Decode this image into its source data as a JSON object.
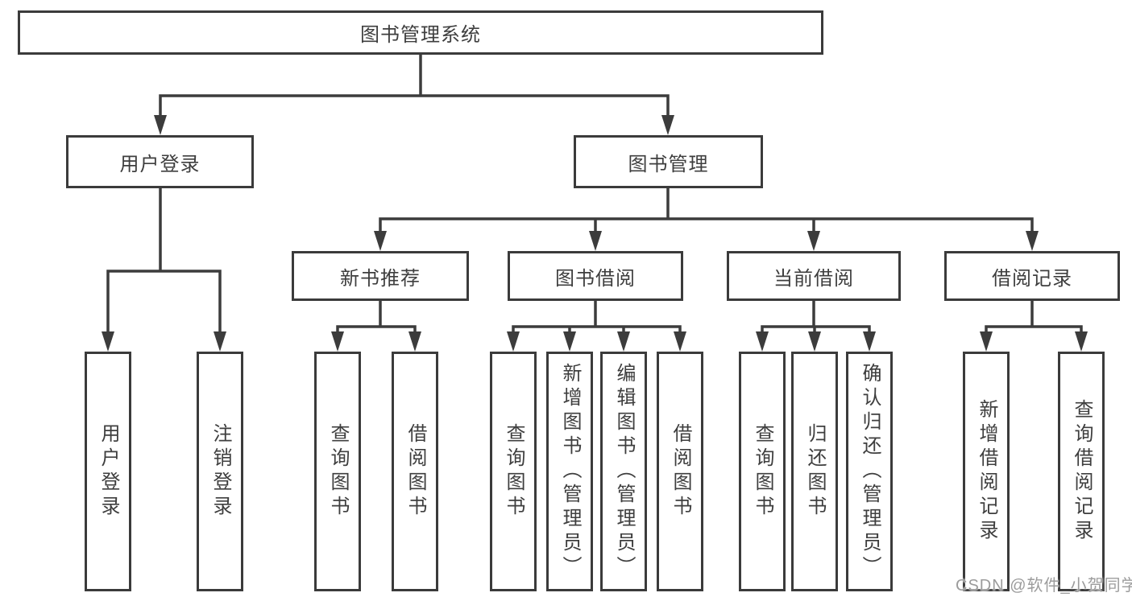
{
  "diagram": {
    "root": {
      "label": "图书管理系统"
    },
    "branches": [
      {
        "label": "用户登录",
        "children": [
          {
            "label": "用户登录"
          },
          {
            "label": "注销登录"
          }
        ]
      },
      {
        "label": "图书管理",
        "children": [
          {
            "label": "新书推荐",
            "children": [
              {
                "label": "查询图书"
              },
              {
                "label": "借阅图书"
              }
            ]
          },
          {
            "label": "图书借阅",
            "children": [
              {
                "label": "查询图书"
              },
              {
                "label": "新增图书（管理员）"
              },
              {
                "label": "编辑图书（管理员）"
              },
              {
                "label": "借阅图书"
              }
            ]
          },
          {
            "label": "当前借阅",
            "children": [
              {
                "label": "查询图书"
              },
              {
                "label": "归还图书"
              },
              {
                "label": "确认归还（管理员）"
              }
            ]
          },
          {
            "label": "借阅记录",
            "children": [
              {
                "label": "新增借阅记录"
              },
              {
                "label": "查询借阅记录"
              }
            ]
          }
        ]
      }
    ]
  },
  "watermark": {
    "text": "CSDN @软件_小贺同学",
    "color": "#9c9c9c"
  },
  "colors": {
    "line": "#3c3c3c",
    "border": "#3b3b3b",
    "text": "#3e3e3e",
    "background": "#ffffff"
  }
}
